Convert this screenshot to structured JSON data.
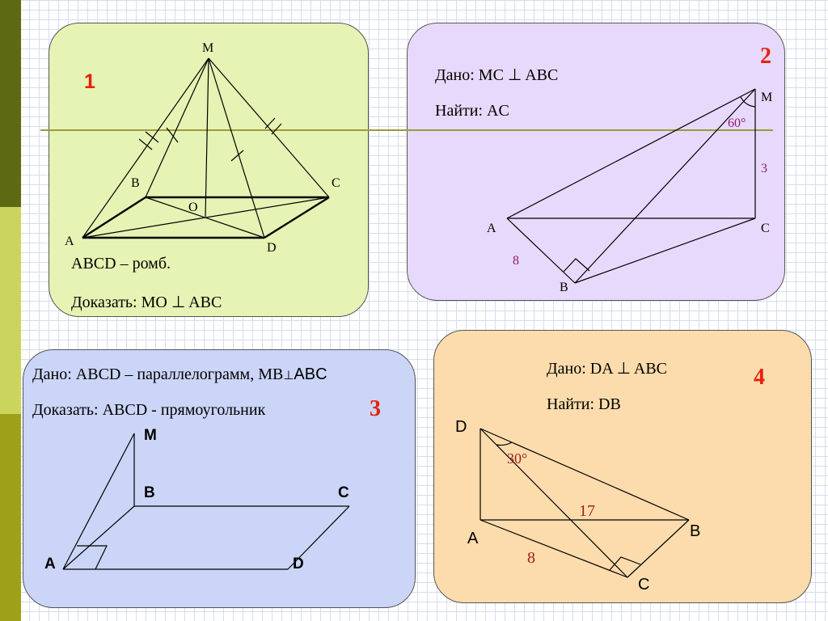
{
  "colors": {
    "panel1": "#e5f3b4",
    "panel2": "#e7d9fb",
    "panel3": "#cbd5f7",
    "panel4": "#fcdcac",
    "accent_red": "#e8200c",
    "measure_purple": "#8e1a6e",
    "measure_brown": "#9c1f1f",
    "divider_line": "#9c9a3a",
    "strip_dark": "#5e6a13",
    "strip_light": "#cbd45d"
  },
  "panel1": {
    "number": "1",
    "given": "ABCD – ромб.",
    "prove": "Доказать: MO ⊥ ABC",
    "labels": {
      "M": "M",
      "B": "B",
      "C": "C",
      "O": "O",
      "A": "A",
      "D": "D"
    }
  },
  "panel2": {
    "number": "2",
    "given": "Дано: MC ⊥ ABC",
    "find": "Найти: AC",
    "labels": {
      "M": "M",
      "A": "A",
      "C": "C",
      "B": "B"
    },
    "angle": "60°",
    "mc_length": "3",
    "ab_length": "8"
  },
  "panel3": {
    "number": "3",
    "given_prefix": "Дано: ABCD – параллелограмм, MB",
    "given_perp": "⊥",
    "given_suffix": "ABC",
    "prove": "Доказать: ABCD - прямоугольник",
    "labels": {
      "M": "M",
      "B": "B",
      "C": "C",
      "A": "A",
      "D": "D"
    }
  },
  "panel4": {
    "number": "4",
    "given": "Дано: DA ⊥ ABC",
    "find": "Найти: DB",
    "labels": {
      "D": "D",
      "A": "A",
      "B": "B",
      "C": "C"
    },
    "angle": "30°",
    "ab_length": "17",
    "ac_length": "8"
  }
}
